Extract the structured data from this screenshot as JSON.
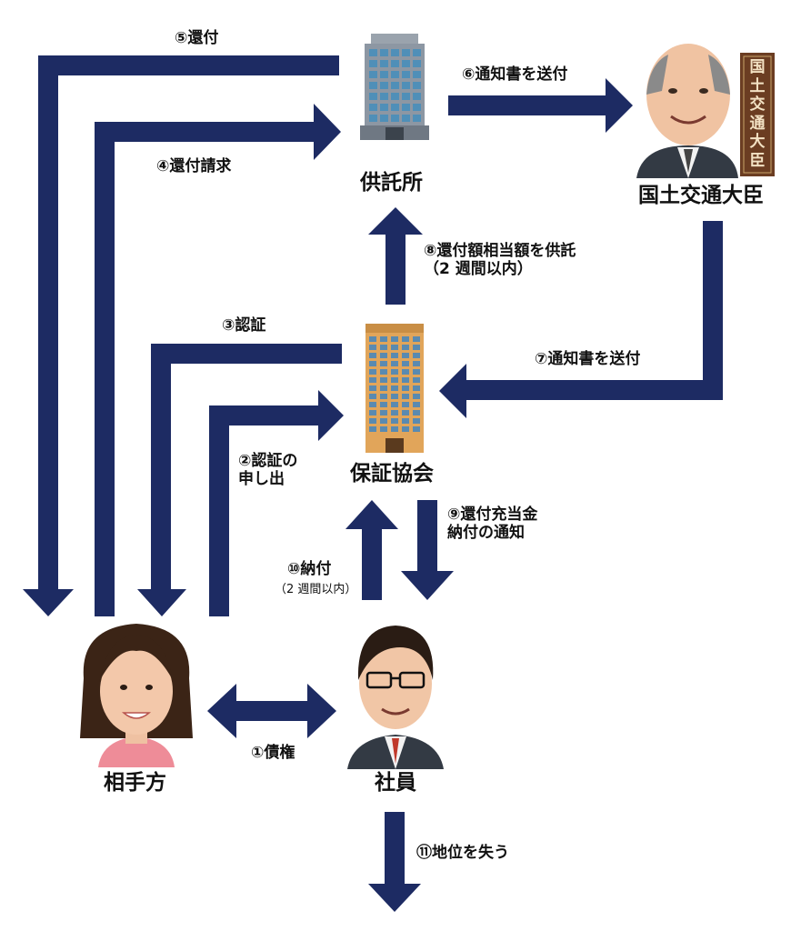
{
  "colors": {
    "arrow": "#1d2b63",
    "building_office": "#8d97a3",
    "building_tower": "#e1a55a",
    "plaque": "#6b3d22",
    "skin": "#f1c6a6",
    "hair_dark": "#2a1c14",
    "suit": "#333a44",
    "pink_top": "#ee8c98"
  },
  "nodes": {
    "depository": "供託所",
    "minister": "国土交通大臣",
    "association": "保証協会",
    "counterparty": "相手方",
    "employee": "社員"
  },
  "plaque_text": "国土交通大臣",
  "steps": {
    "s1": "①債権",
    "s2": "②認証の\n申し出",
    "s3": "③認証",
    "s4": "④還付請求",
    "s5": "⑤還付",
    "s6": "⑥通知書を送付",
    "s7": "⑦通知書を送付",
    "s8": "⑧還付額相当額を供託\n（2 週間以内）",
    "s9": "⑨還付充当金\n納付の通知",
    "s10": "⑩納付",
    "s10_note": "（2 週間以内）",
    "s11": "⑪地位を失う"
  },
  "icons": {
    "depository": "office-building-icon",
    "association": "tower-building-icon",
    "minister": "minister-portrait-icon",
    "counterparty": "woman-portrait-icon",
    "employee": "man-glasses-portrait-icon"
  }
}
